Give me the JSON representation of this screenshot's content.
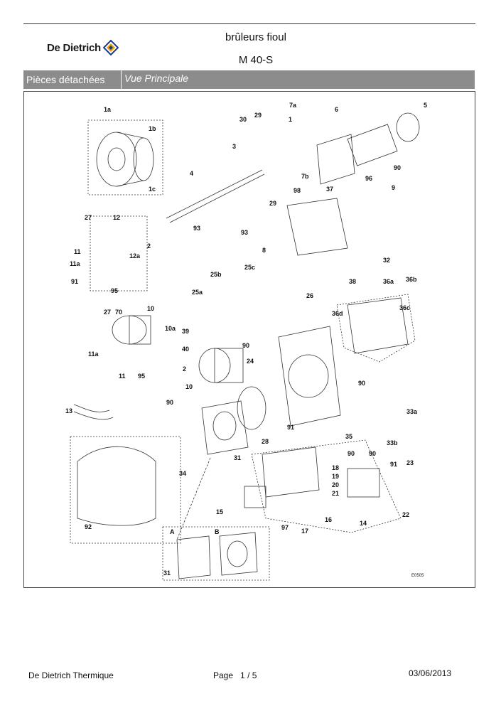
{
  "header": {
    "brand": "De Dietrich",
    "product_line": "brûleurs fioul",
    "model": "M 40-S"
  },
  "section_band": {
    "category": "Pièces détachées",
    "view": "Vue Principale"
  },
  "diagram": {
    "code": "E0505",
    "labels": [
      "1a",
      "1b",
      "1c",
      "30",
      "29",
      "7a",
      "1",
      "3",
      "6",
      "5",
      "90",
      "96",
      "4",
      "7b",
      "29",
      "98",
      "37",
      "9",
      "93",
      "27",
      "12",
      "11",
      "11a",
      "12a",
      "2",
      "91",
      "95",
      "93",
      "8",
      "32",
      "25c",
      "25b",
      "38",
      "36a",
      "36b",
      "25a",
      "90",
      "36d",
      "36c",
      "26",
      "27",
      "70",
      "10",
      "10a",
      "39",
      "40",
      "11a",
      "11",
      "95",
      "2",
      "24",
      "10",
      "90",
      "91",
      "90",
      "13",
      "90",
      "91",
      "28",
      "35",
      "33a",
      "33b",
      "23",
      "31",
      "90",
      "18",
      "19",
      "20",
      "21",
      "34",
      "15",
      "16",
      "17",
      "97",
      "14",
      "22",
      "92",
      "A",
      "B",
      "31"
    ]
  },
  "footer": {
    "company": "De Dietrich Thermique",
    "page_label": "Page",
    "page_number": "1",
    "page_separator": "/",
    "page_total": "5",
    "date": "03/06/2013"
  }
}
